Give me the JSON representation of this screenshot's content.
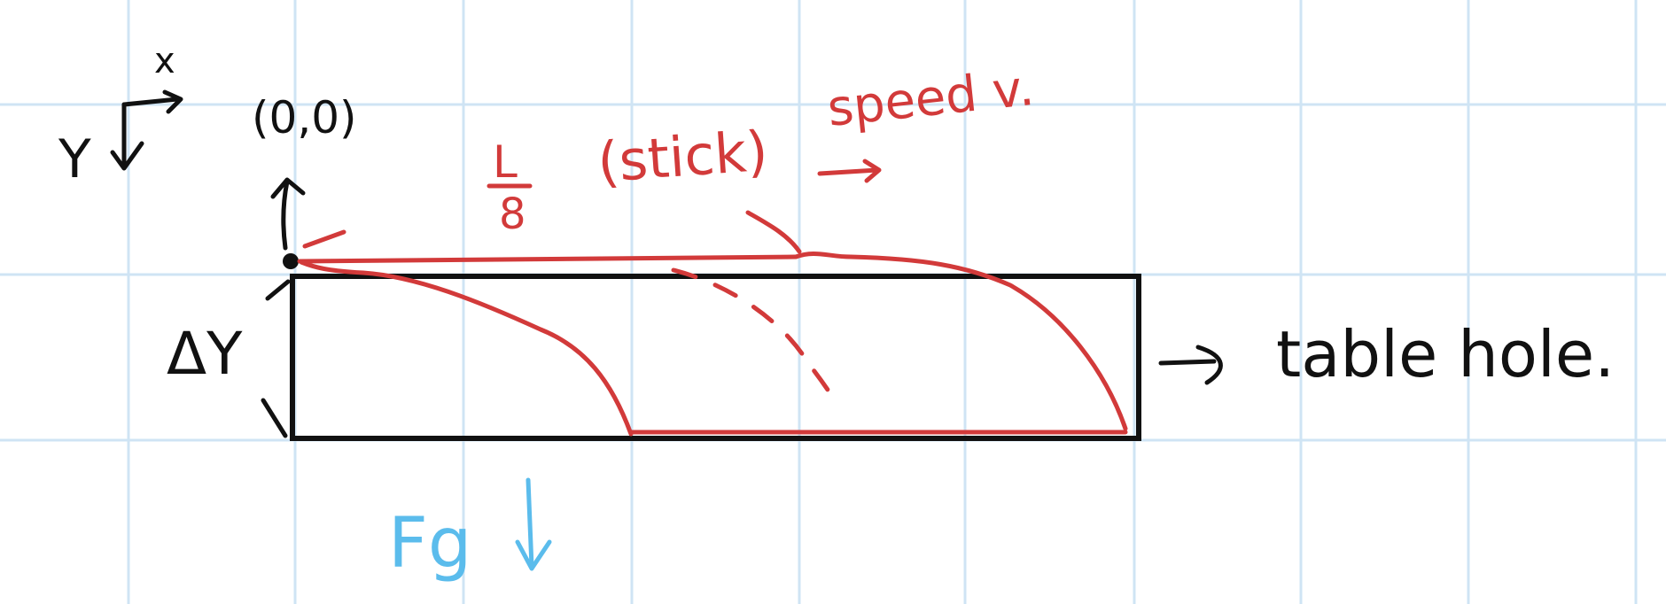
{
  "labels": {
    "axis_x": "x",
    "axis_y": "Y",
    "origin": "(0,0)",
    "stick_length_top": "L",
    "stick_length_bottom": "8",
    "stick": "(stick)",
    "speed": "speed  v.",
    "delta_y": "ΔY",
    "table_hole": "table  hole.",
    "gravity": "Fg"
  },
  "colors": {
    "grid": "#cfe4f4",
    "ink": "#111111",
    "red": "#d23a3a",
    "blue": "#5bbcec"
  },
  "icons": {
    "axis_arrows": "axis-arrows-icon",
    "arrow_right": "arrow-right-icon",
    "arrow_down": "arrow-down-icon",
    "arrow_up": "arrow-up-icon"
  }
}
